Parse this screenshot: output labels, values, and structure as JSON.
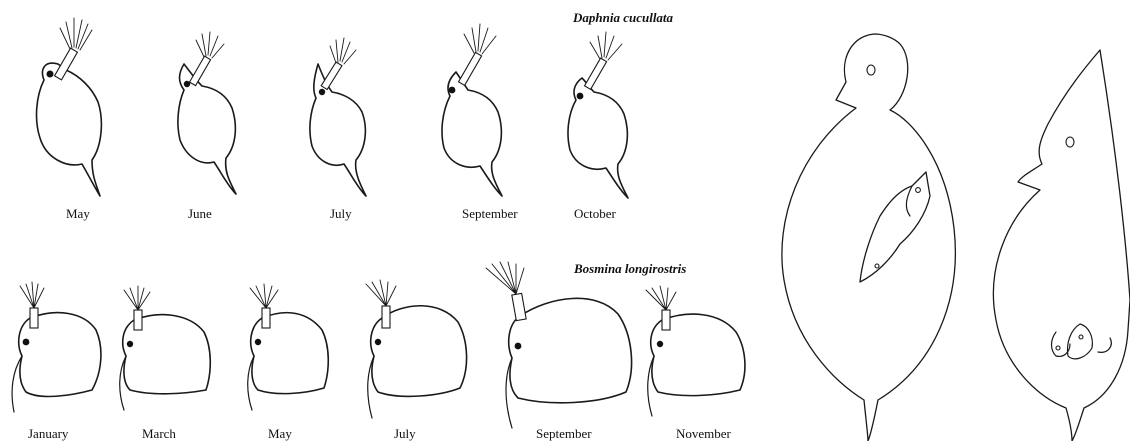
{
  "daphnia": {
    "title": "Daphnia cucullata",
    "stages": [
      "May",
      "June",
      "July",
      "September",
      "October"
    ]
  },
  "bosmina": {
    "title": "Bosmina longirostris",
    "stages": [
      "January",
      "March",
      "May",
      "July",
      "September",
      "November"
    ]
  }
}
